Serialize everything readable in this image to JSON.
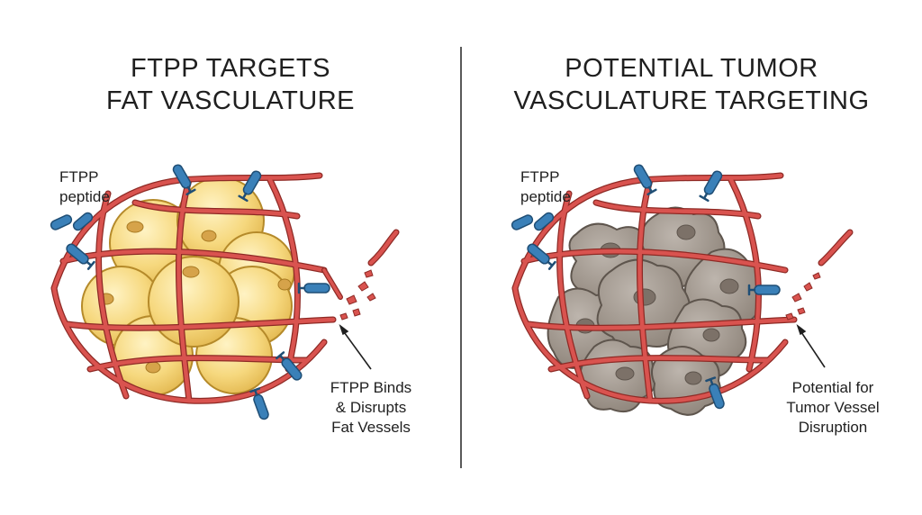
{
  "left_panel": {
    "title_lines": [
      "FTPP TARGETS",
      "FAT VASCULATURE"
    ],
    "peptide_label_lines": [
      "FTPP",
      "peptide"
    ],
    "callout_lines": [
      "FTPP Binds",
      "& Disrupts",
      "Fat Vessels"
    ]
  },
  "right_panel": {
    "title_lines": [
      "POTENTIAL TUMOR",
      "VASCULATURE TARGETING"
    ],
    "peptide_label_lines": [
      "FTPP",
      "peptide"
    ],
    "callout_lines": [
      "Potential for",
      "Tumor Vessel",
      "Disruption"
    ]
  },
  "colors": {
    "vessel": "#d9534f",
    "vessel_outline": "#8e2a25",
    "fat_cell": "#f6d87e",
    "fat_cell_outline": "#b58a2a",
    "tumor_cell": "#a39a91",
    "tumor_cell_outline": "#5e554d",
    "peptide": "#3a80b8",
    "peptide_outline": "#1f4e75",
    "divider": "#5a5a5a"
  },
  "icons": [
    "fat-cell-icon",
    "tumor-cell-icon",
    "peptide-icon",
    "blood-vessel-icon",
    "arrow-icon"
  ]
}
